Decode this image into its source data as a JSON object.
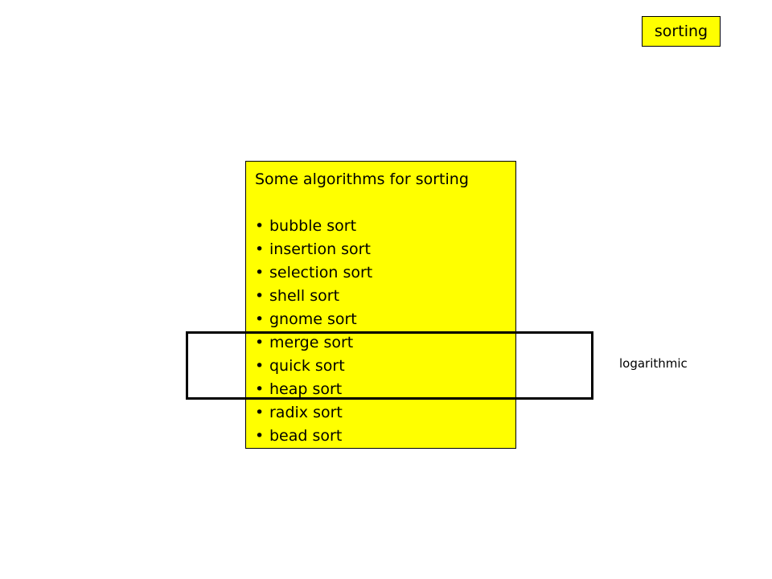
{
  "tag": {
    "label": "sorting"
  },
  "panel": {
    "title": "Some algorithms for sorting",
    "bullet": "•",
    "items": [
      "bubble sort",
      "insertion sort",
      "selection sort",
      "shell sort",
      "gnome sort",
      "merge sort",
      "quick sort",
      "heap sort",
      "radix sort",
      "bead sort"
    ]
  },
  "annotation": {
    "label": "logarithmic"
  },
  "colors": {
    "panel_fill": "#ffff00",
    "outline": "#000000"
  }
}
